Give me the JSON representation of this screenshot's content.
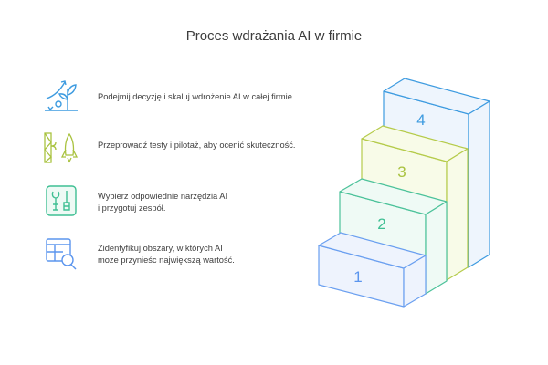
{
  "title": "Proces wdrażania AI w firmie",
  "steps": [
    {
      "number": "4",
      "line1": "Podejmij decyzję i skaluj  wdrożenie AI w całej firmie.",
      "line2": "",
      "icon": "growth-plant-icon",
      "color": "#3d9be0"
    },
    {
      "number": "3",
      "line1": "Przeprowadź testy i pilotaż, aby ocenić skuteczność.",
      "line2": "",
      "icon": "rocket-launch-icon",
      "color": "#a9c23f"
    },
    {
      "number": "2",
      "line1": "Wybierz odpowiednie narzędzia AI",
      "line2": "i przygotuj zespół.",
      "icon": "tools-icon",
      "color": "#3fbf93"
    },
    {
      "number": "1",
      "line1": "Zidentyfikuj obszary, w których AI",
      "line2": "moze przynieśc największą wartość.",
      "icon": "table-search-icon",
      "color": "#5b95ee"
    }
  ]
}
